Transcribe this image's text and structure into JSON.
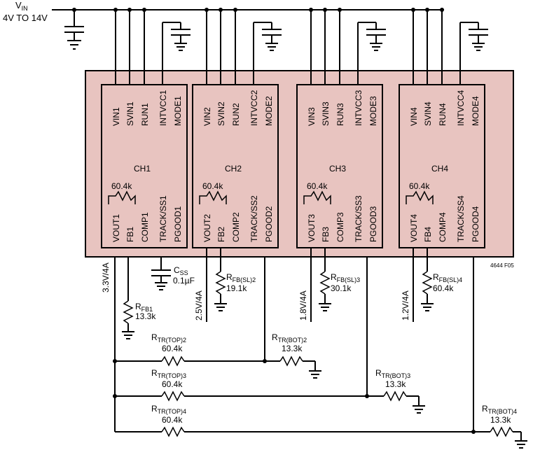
{
  "vin": {
    "label": "V",
    "sub": "IN",
    "range": "4V TO 14V"
  },
  "part_code": "4644 F05",
  "channels": [
    {
      "name": "CH1",
      "n": "1",
      "r_int": "60.4k",
      "output": "3.3V/4A"
    },
    {
      "name": "CH2",
      "n": "2",
      "r_int": "60.4k",
      "output": "2.5V/4A"
    },
    {
      "name": "CH3",
      "n": "3",
      "r_int": "60.4k",
      "output": "1.8V/4A"
    },
    {
      "name": "CH4",
      "n": "4",
      "r_int": "60.4k",
      "output": "1.2V/4A"
    }
  ],
  "pins": {
    "top": [
      "V_IN",
      "SV_IN",
      "RUN",
      "INTV_CC",
      "MODE"
    ],
    "bottom": [
      "V_OUT",
      "FB",
      "COMP",
      "TRACK/SS",
      "PGOOD"
    ]
  },
  "components": {
    "css": {
      "label": "C",
      "sub": "SS",
      "value": "0.1µF"
    },
    "rfb1": {
      "label": "R",
      "sub": "FB1",
      "value": "13.3k"
    },
    "rfbsl": [
      {
        "label": "R",
        "sub": "FB(SL)2",
        "value": "19.1k"
      },
      {
        "label": "R",
        "sub": "FB(SL)3",
        "value": "30.1k"
      },
      {
        "label": "R",
        "sub": "FB(SL)4",
        "value": "60.4k"
      }
    ],
    "rtrtop": [
      {
        "label": "R",
        "sub": "TR(TOP)2",
        "value": "60.4k"
      },
      {
        "label": "R",
        "sub": "TR(TOP)3",
        "value": "60.4k"
      },
      {
        "label": "R",
        "sub": "TR(TOP)4",
        "value": "60.4k"
      }
    ],
    "rtrbot": [
      {
        "label": "R",
        "sub": "TR(BOT)2",
        "value": "13.3k"
      },
      {
        "label": "R",
        "sub": "TR(BOT)3",
        "value": "13.3k"
      },
      {
        "label": "R",
        "sub": "TR(BOT)4",
        "value": "13.3k"
      }
    ]
  }
}
